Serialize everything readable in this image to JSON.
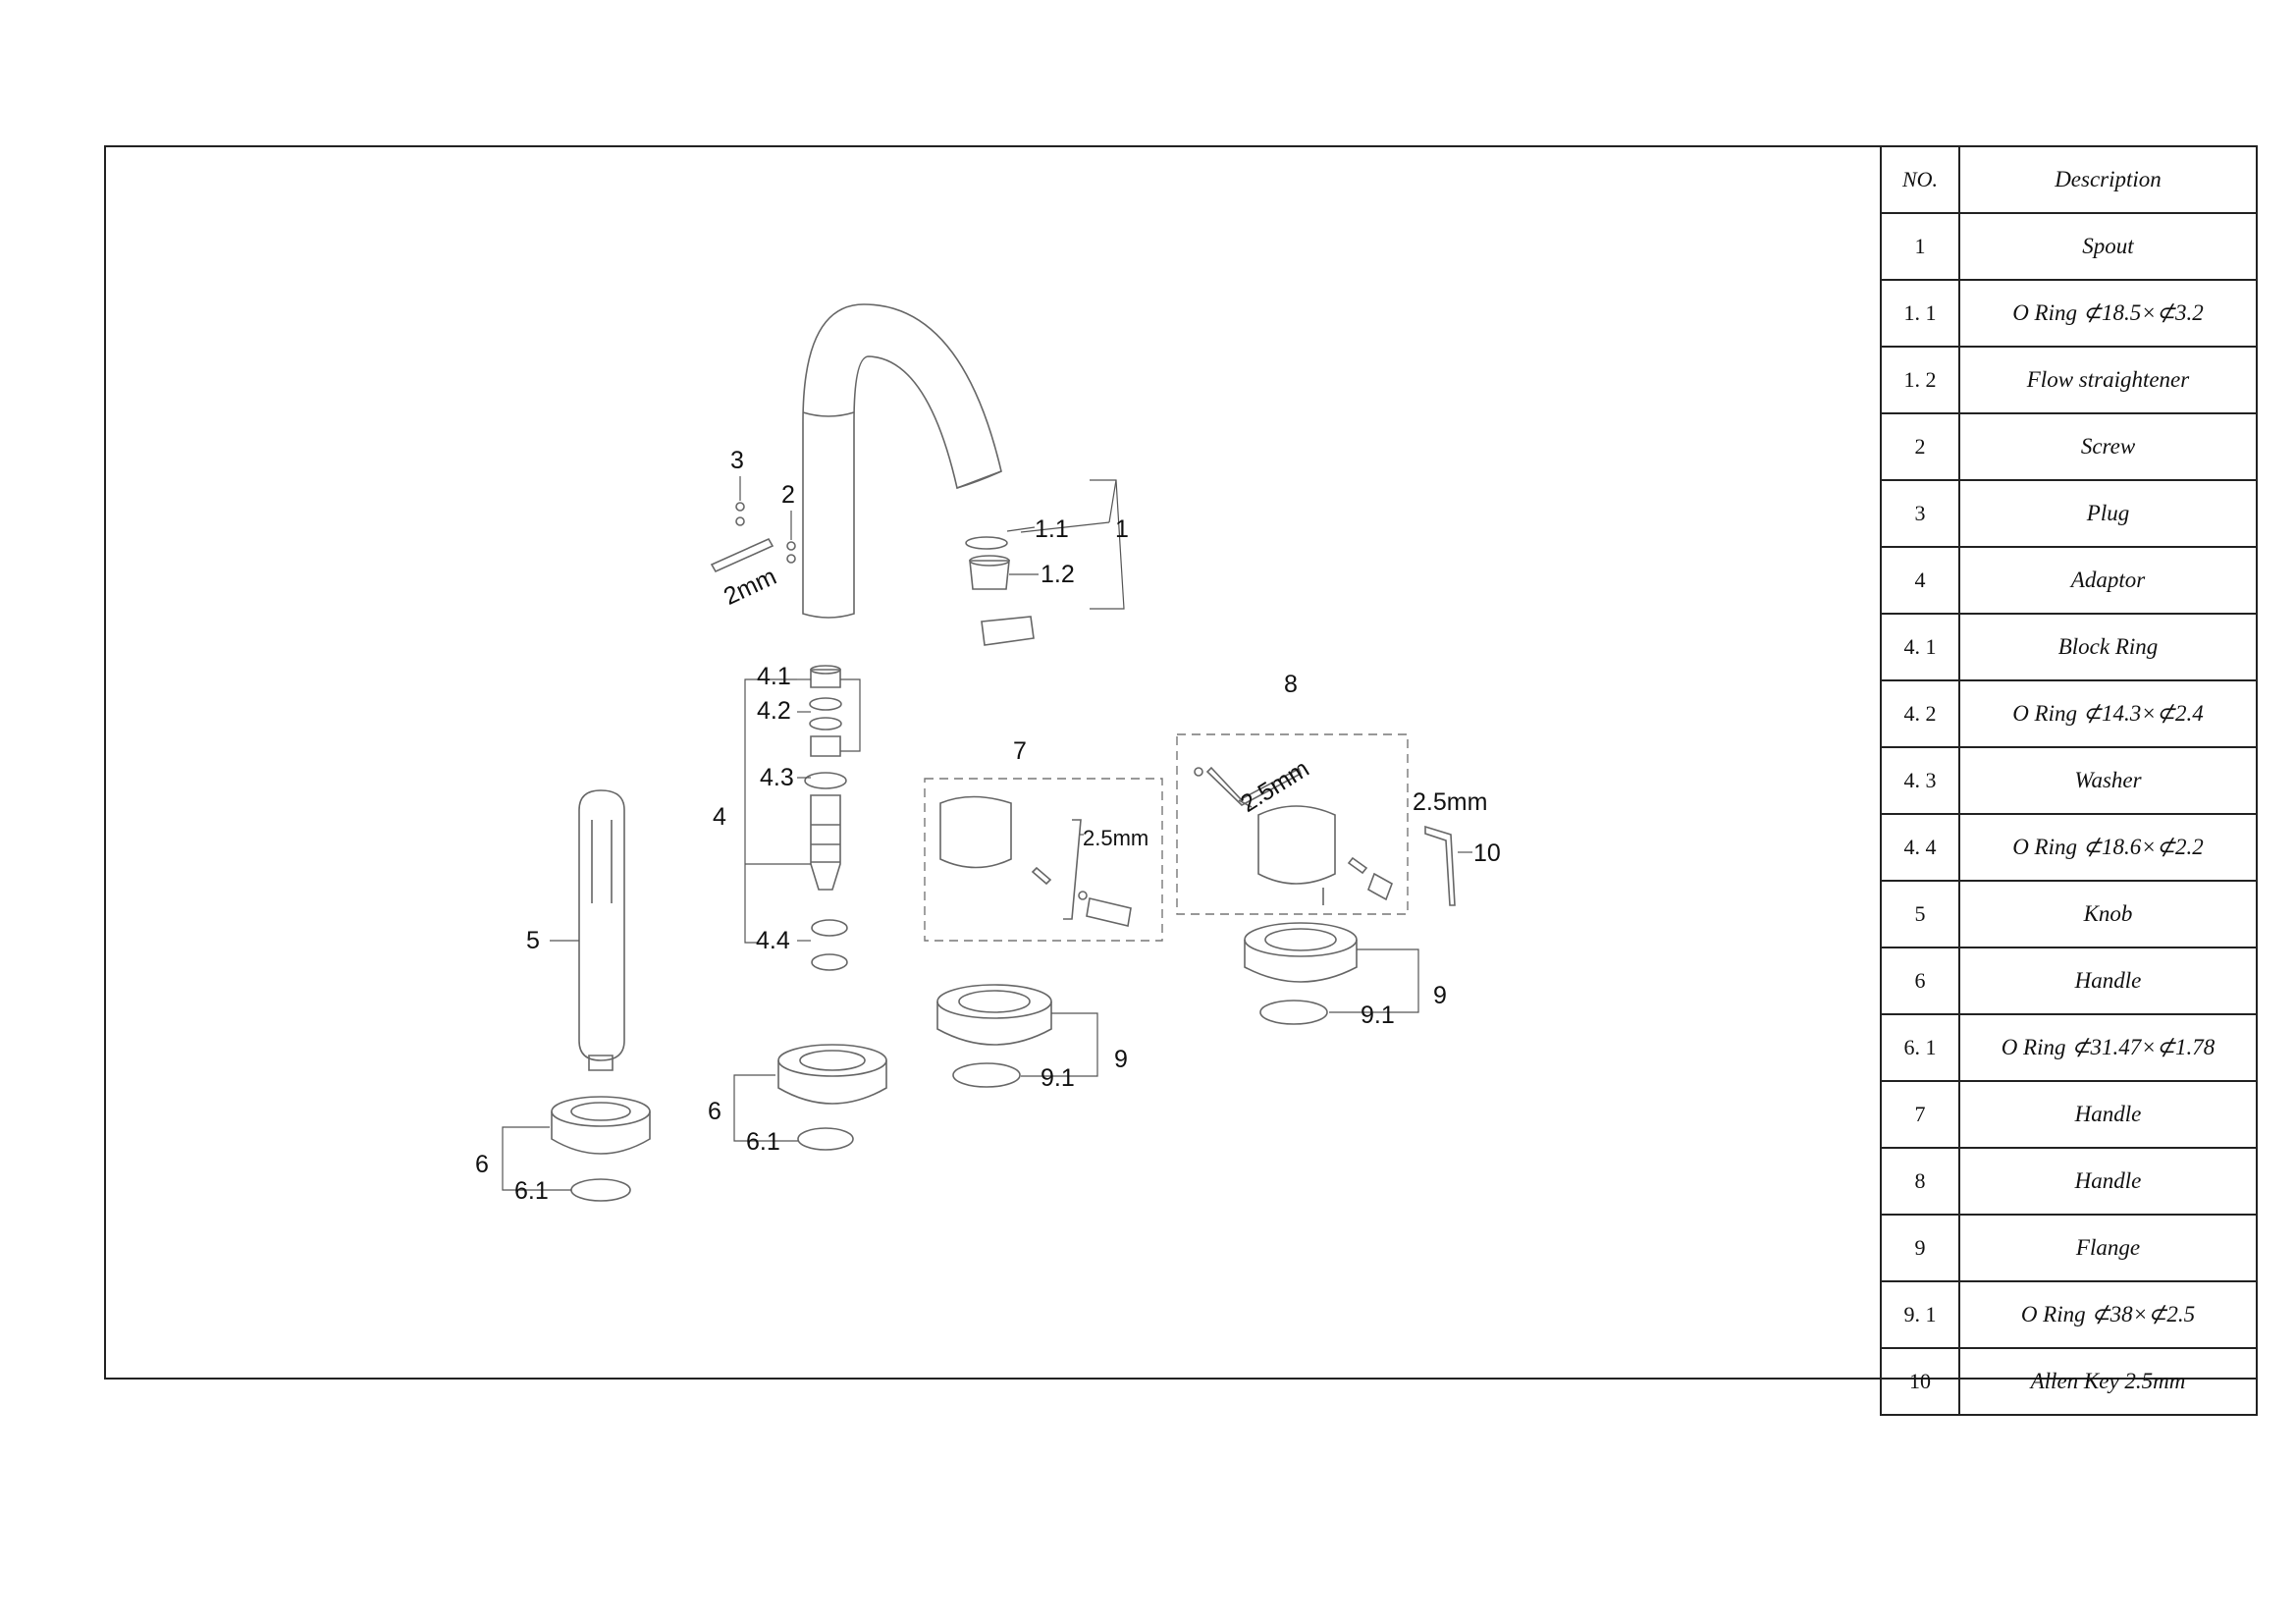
{
  "table": {
    "header_no": "NO.",
    "header_description": "Description",
    "rows": [
      {
        "no": "1",
        "description": "Spout"
      },
      {
        "no": "1. 1",
        "description": "O Ring ⊄18.5×⊄3.2"
      },
      {
        "no": "1. 2",
        "description": "Flow straightener"
      },
      {
        "no": "2",
        "description": "Screw"
      },
      {
        "no": "3",
        "description": "Plug"
      },
      {
        "no": "4",
        "description": "Adaptor"
      },
      {
        "no": "4. 1",
        "description": "Block Ring"
      },
      {
        "no": "4. 2",
        "description": "O Ring ⊄14.3×⊄2.4"
      },
      {
        "no": "4. 3",
        "description": "Washer"
      },
      {
        "no": "4. 4",
        "description": "O Ring ⊄18.6×⊄2.2"
      },
      {
        "no": "5",
        "description": "Knob"
      },
      {
        "no": "6",
        "description": "Handle"
      },
      {
        "no": "6. 1",
        "description": "O Ring ⊄31.47×⊄1.78"
      },
      {
        "no": "7",
        "description": "Handle"
      },
      {
        "no": "8",
        "description": "Handle"
      },
      {
        "no": "9",
        "description": "Flange"
      },
      {
        "no": "9. 1",
        "description": "O Ring ⊄38×⊄2.5"
      },
      {
        "no": "10",
        "description": "Allen Key 2.5mm"
      }
    ]
  },
  "callouts": {
    "c1": "1",
    "c1_1": "1.1",
    "c1_2": "1.2",
    "c2": "2",
    "c3": "3",
    "key_2mm": "2mm",
    "c4": "4",
    "c4_1": "4.1",
    "c4_2": "4.2",
    "c4_3": "4.3",
    "c4_4": "4.4",
    "c5": "5",
    "c6_left": "6",
    "c6_1_left": "6.1",
    "c6_mid": "6",
    "c6_1_mid": "6.1",
    "c7": "7",
    "key_7": "2.5mm",
    "c8": "8",
    "key_8": "2.5mm",
    "c9_mid": "9",
    "c9_1_mid": "9.1",
    "c9_right": "9",
    "c9_1_right": "9.1",
    "key_10": "2.5mm",
    "c10": "10"
  }
}
